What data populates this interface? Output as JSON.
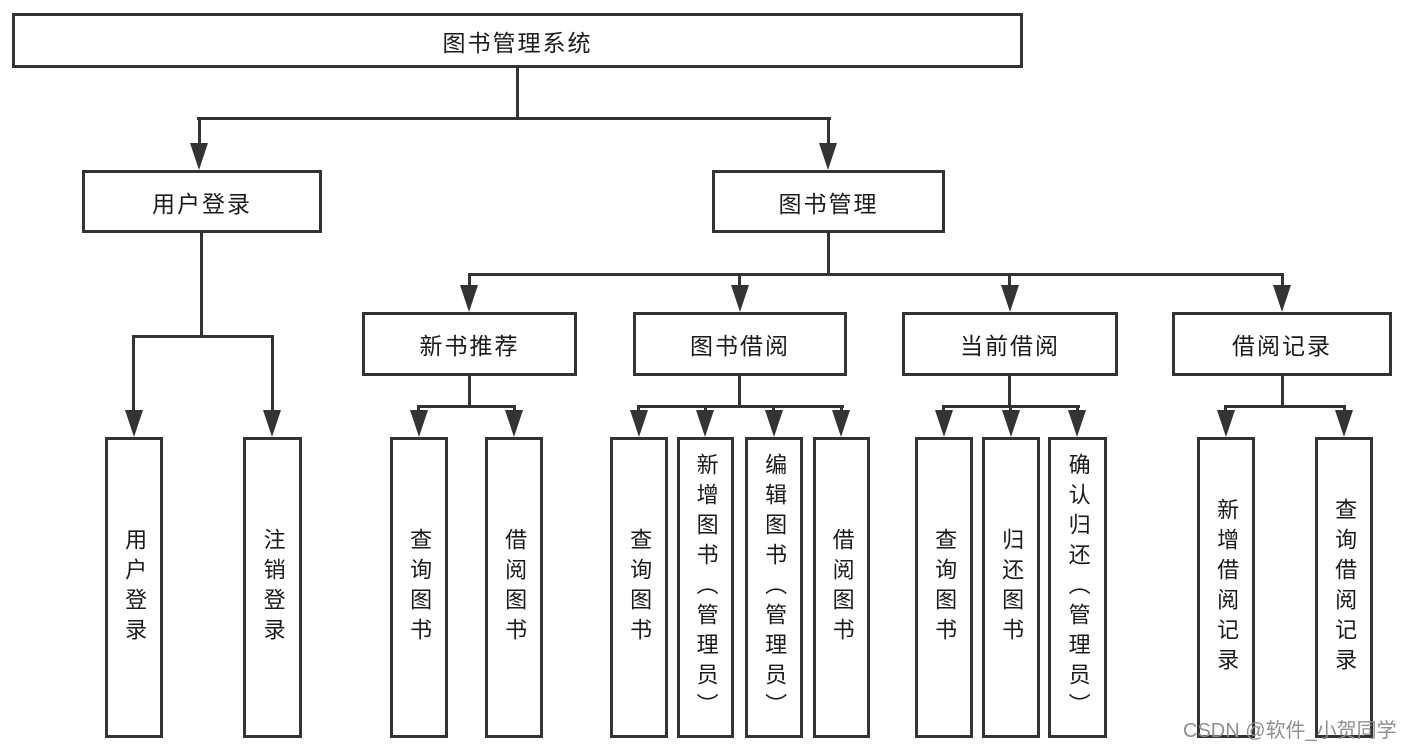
{
  "diagram": {
    "tree": {
      "root": {
        "label": "图书管理系统",
        "children": [
          {
            "label": "用户登录",
            "children": [
              {
                "label": "用户登录"
              },
              {
                "label": "注销登录"
              }
            ]
          },
          {
            "label": "图书管理",
            "children": [
              {
                "label": "新书推荐",
                "children": [
                  {
                    "label": "查询图书"
                  },
                  {
                    "label": "借阅图书"
                  }
                ]
              },
              {
                "label": "图书借阅",
                "children": [
                  {
                    "label": "查询图书"
                  },
                  {
                    "label": "新增图书（管理员）"
                  },
                  {
                    "label": "编辑图书（管理员）"
                  },
                  {
                    "label": "借阅图书"
                  }
                ]
              },
              {
                "label": "当前借阅",
                "children": [
                  {
                    "label": "查询图书"
                  },
                  {
                    "label": "归还图书"
                  },
                  {
                    "label": "确认归还（管理员）"
                  }
                ]
              },
              {
                "label": "借阅记录",
                "children": [
                  {
                    "label": "新增借阅记录"
                  },
                  {
                    "label": "查询借阅记录"
                  }
                ]
              }
            ]
          }
        ]
      }
    },
    "watermark": "CSDN @软件_小贺同学",
    "colors": {
      "line": "#333333",
      "text": "#1a1a1a",
      "watermark": "#8f8f8f",
      "background": "#ffffff"
    }
  }
}
